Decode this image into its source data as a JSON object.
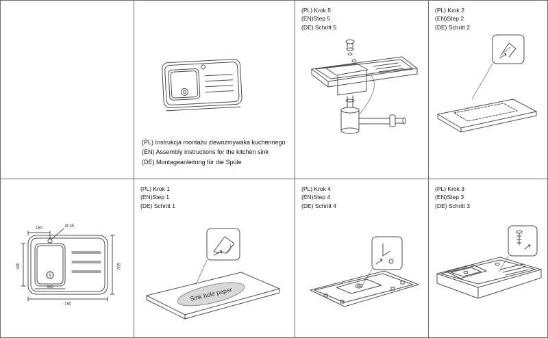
{
  "title": [
    "(PL)  Instrukcja montażu zlewozmywaka kuchennego",
    "(EN) Assembly instructions for the kitchen sink",
    "(DE) Montageanleitung  für die Spüle"
  ],
  "steps": {
    "step1": [
      "(PL) Krok 1",
      "(EN)Step 1",
      "(DE) Schritt 1"
    ],
    "step2": [
      "(PL) Krok 2",
      "(EN)Step 2",
      "(DE) Schritt 2"
    ],
    "step3": [
      "(PL) Krok 3",
      "(EN)Step 3",
      "(DE) Schritt 3"
    ],
    "step4": [
      "(PL) Krok 4",
      "(EN)Step 4",
      "(DE) Schritt 4"
    ],
    "step5": [
      "(PL) Krok 5",
      "(EN)Step 5",
      "(DE) Schritt 5"
    ]
  },
  "labels": {
    "sink_hole_paper": "Sink hole paper"
  },
  "dimensions": {
    "top_offset": "160",
    "hole": "Ø 35",
    "bottom_width": "780",
    "right_height": "500",
    "left_height": "440",
    "bowl_width": "360"
  },
  "colors": {
    "line": "#4a4a4a",
    "grid": "#6b6b6b",
    "sticker_fill": "#d8d8d8"
  }
}
